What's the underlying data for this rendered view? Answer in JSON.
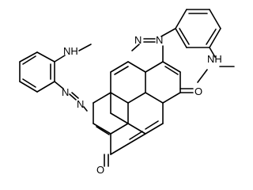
{
  "molecule": {
    "atoms": {
      "n_methylamino_top_right": "NH",
      "n_methylamino_left": "NH",
      "n_azo_right_1": "N",
      "n_azo_right_2": "N",
      "n_azo_left_1": "N",
      "n_azo_left_2": "N",
      "o_carbonyl_right": "O",
      "o_carbonyl_bottom": "O"
    }
  }
}
